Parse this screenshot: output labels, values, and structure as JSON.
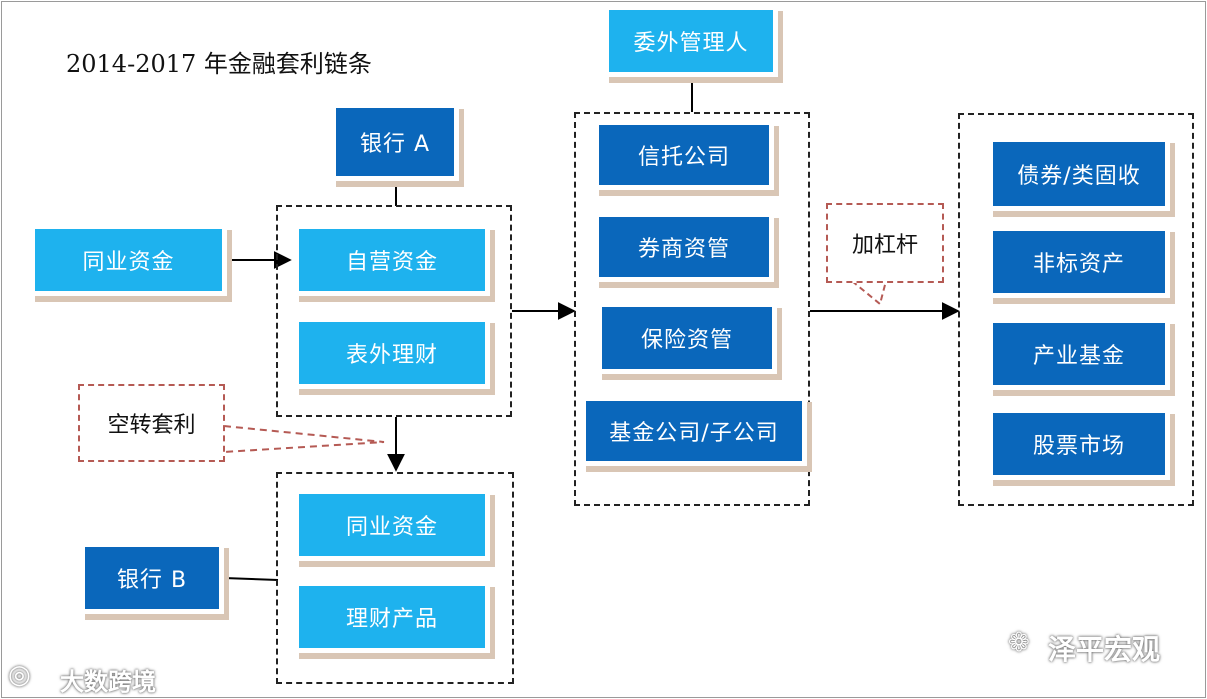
{
  "title": "2014-2017 年金融套利链条",
  "nodes": {
    "bank_a": "银行 A",
    "interbank_funds_1": "同业资金",
    "proprietary_funds": "自营资金",
    "off_balance_wm": "表外理财",
    "bank_b": "银行 B",
    "interbank_funds_2": "同业资金",
    "wm_products": "理财产品",
    "outsourced_manager": "委外管理人",
    "trust_company": "信托公司",
    "broker_am": "券商资管",
    "insurance_am": "保险资管",
    "fund_company": "基金公司/子公司",
    "bonds": "债券/类固收",
    "nonstandard_assets": "非标资产",
    "industry_fund": "产业基金",
    "stock_market": "股票市场"
  },
  "callouts": {
    "idle_arbitrage": "空转套利",
    "leverage": "加杠杆"
  },
  "watermarks": {
    "left": "大数跨境",
    "right": "泽平宏观"
  },
  "colors": {
    "light_box": "#1eb2ee",
    "dark_box": "#0a67bb",
    "callout_border": "#b55a54"
  }
}
